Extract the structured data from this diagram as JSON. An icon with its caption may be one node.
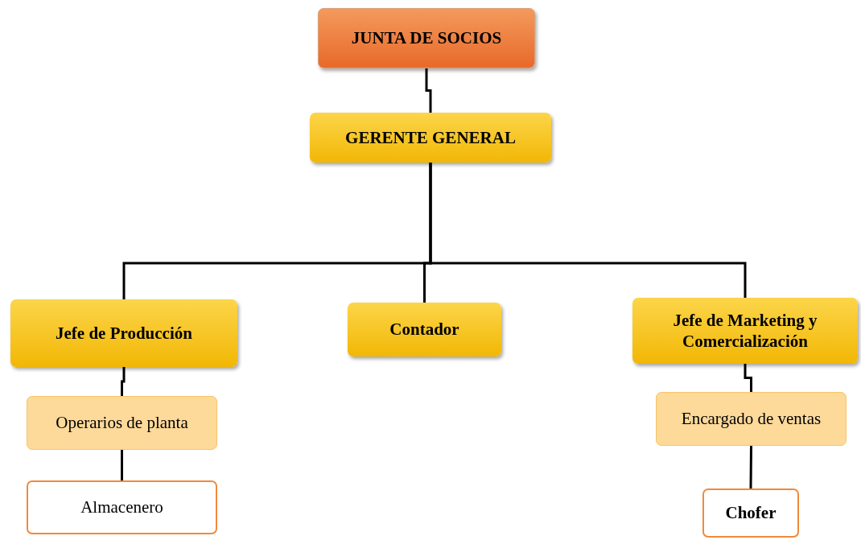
{
  "diagram": {
    "nodes": [
      {
        "text": [
          "JUNTA DE SOCIOS"
        ]
      },
      {
        "text": [
          "GERENTE GENERAL"
        ]
      },
      {
        "text": [
          "Jefe de Producción"
        ]
      },
      {
        "text": [
          "Contador"
        ]
      },
      {
        "text": [
          "Jefe de Marketing y Comercialización"
        ]
      },
      {
        "text": [
          "Operarios de planta"
        ]
      },
      {
        "text": [
          "Almacenero"
        ]
      },
      {
        "text": [
          "Encargado de ventas"
        ]
      },
      {
        "text": [
          "Chofer"
        ]
      }
    ],
    "edges": [
      {
        "from": 0,
        "to": 1,
        "arrow": "none"
      },
      {
        "from": 1,
        "to": 2,
        "arrow": "none"
      },
      {
        "from": 1,
        "to": 3,
        "arrow": "none"
      },
      {
        "from": 1,
        "to": 4,
        "arrow": "none"
      },
      {
        "from": 2,
        "to": 5,
        "arrow": "none"
      },
      {
        "from": 5,
        "to": 6,
        "arrow": "none"
      },
      {
        "from": 4,
        "to": 7,
        "arrow": "none"
      },
      {
        "from": 7,
        "to": 8,
        "arrow": "none"
      }
    ]
  }
}
